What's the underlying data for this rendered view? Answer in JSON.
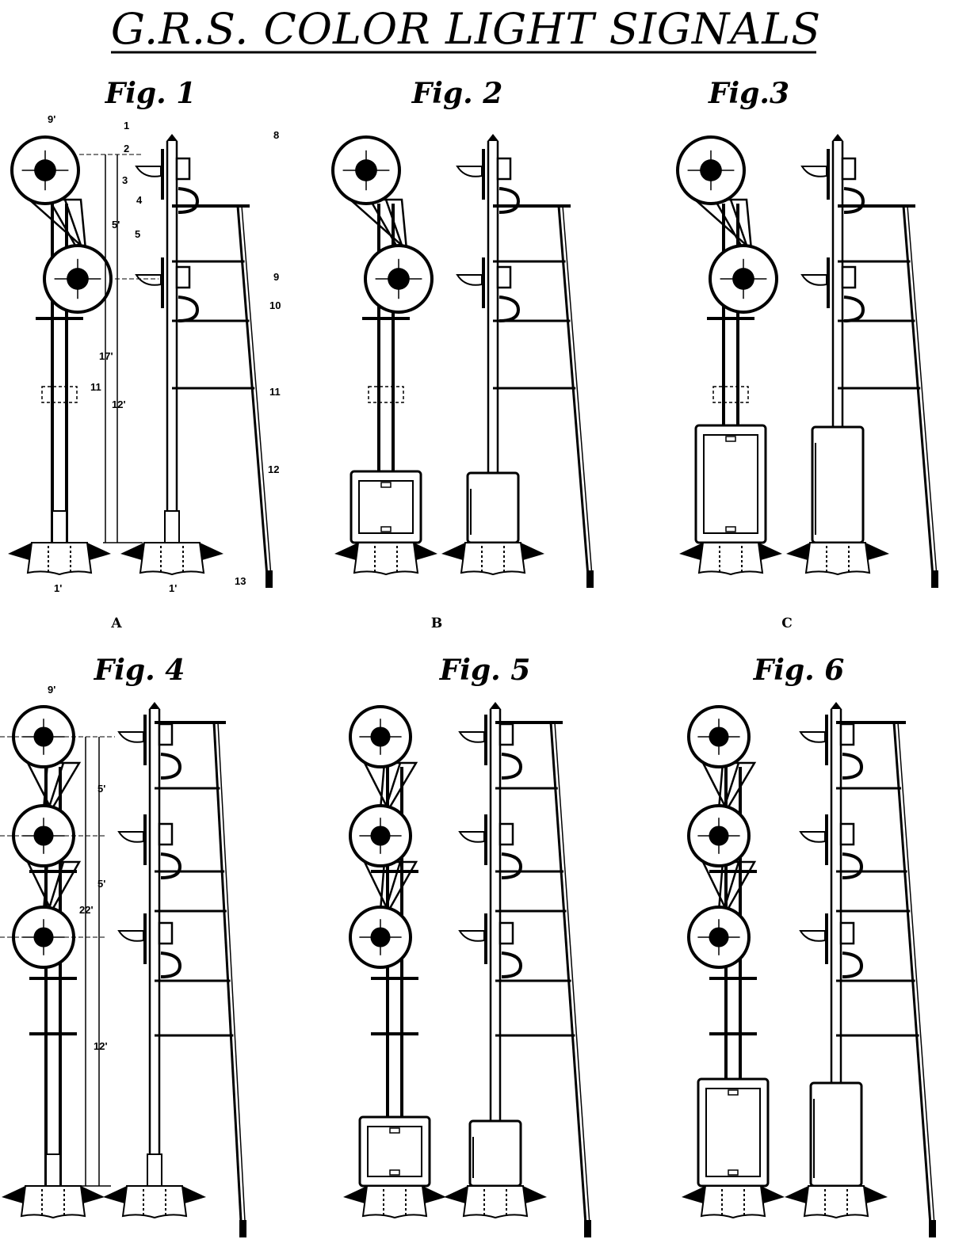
{
  "title": "G.R.S. COLOR LIGHT SIGNALS",
  "figures": [
    {
      "label": "Fig. 1"
    },
    {
      "label": "Fig. 2"
    },
    {
      "label": "Fig.3"
    },
    {
      "label": "Fig. 4"
    },
    {
      "label": "Fig. 5"
    },
    {
      "label": "Fig. 6"
    }
  ],
  "rows": [
    "A",
    "B",
    "C"
  ],
  "fig1_callouts": [
    "1",
    "2",
    "3",
    "4",
    "5",
    "8",
    "9",
    "10",
    "11",
    "12",
    "13",
    "11"
  ],
  "fig1_dimensions": [
    "9'",
    "5'",
    "17'",
    "12'",
    "1'",
    "1'"
  ],
  "fig4_dimensions": [
    "9'",
    "5'",
    "5'",
    "22'",
    "12'"
  ]
}
